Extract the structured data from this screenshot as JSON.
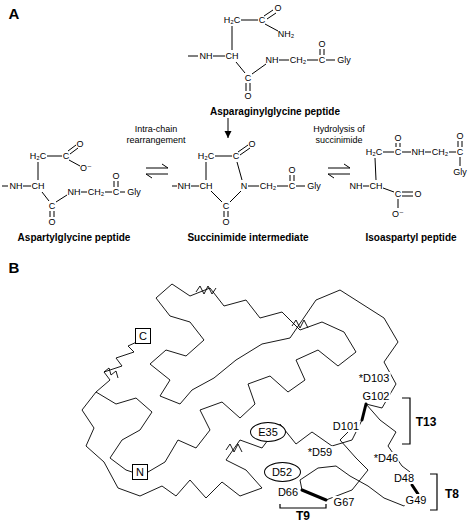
{
  "diagram": {
    "nodes": [
      {
        "text": [
          "Asparaginylglycine peptide"
        ]
      },
      {
        "text": [
          "Aspartylglycine peptide"
        ]
      },
      {
        "text": [
          "Succinimide intermediate"
        ]
      },
      {
        "text": [
          "Isoaspartyl peptide"
        ]
      },
      {
        "text": [
          "C"
        ]
      },
      {
        "text": [
          "E35"
        ]
      },
      {
        "text": [
          "N"
        ]
      },
      {
        "text": [
          "D52"
        ]
      }
    ],
    "edges": [
      {
        "from": 0,
        "to": 2,
        "arrow": "to"
      },
      {
        "from": 1,
        "to": 2,
        "arrow": "both",
        "label": "Intra-chain rearrangement"
      },
      {
        "from": 2,
        "to": 3,
        "arrow": "both",
        "label": "Hydrolysis of succinimide"
      }
    ],
    "labels": [
      "A",
      "H₂C",
      "C",
      "O",
      "NH₂",
      "NH",
      "CH",
      "C",
      "O",
      "NH",
      "CH₂",
      "C",
      "O",
      "Gly",
      "NH",
      "CH",
      "H₂C",
      "C",
      "O",
      "O⁻",
      "C",
      "O",
      "NH",
      "CH₂",
      "C",
      "O",
      "Gly",
      "NH",
      "CH",
      "H₂C",
      "C",
      "O",
      "N",
      "C",
      "O",
      "CH₂",
      "C",
      "O",
      "Gly",
      "H₂C",
      "C",
      "O",
      "NH",
      "CH₂",
      "C",
      "O",
      "Gly",
      "NH",
      "CH",
      "C",
      "O",
      "O⁻",
      "B",
      "*D103",
      "G102",
      "D101",
      "T13",
      "*D59",
      "*D46",
      "D48",
      "G49",
      "T8",
      "D66",
      "G67",
      "T9"
    ]
  }
}
